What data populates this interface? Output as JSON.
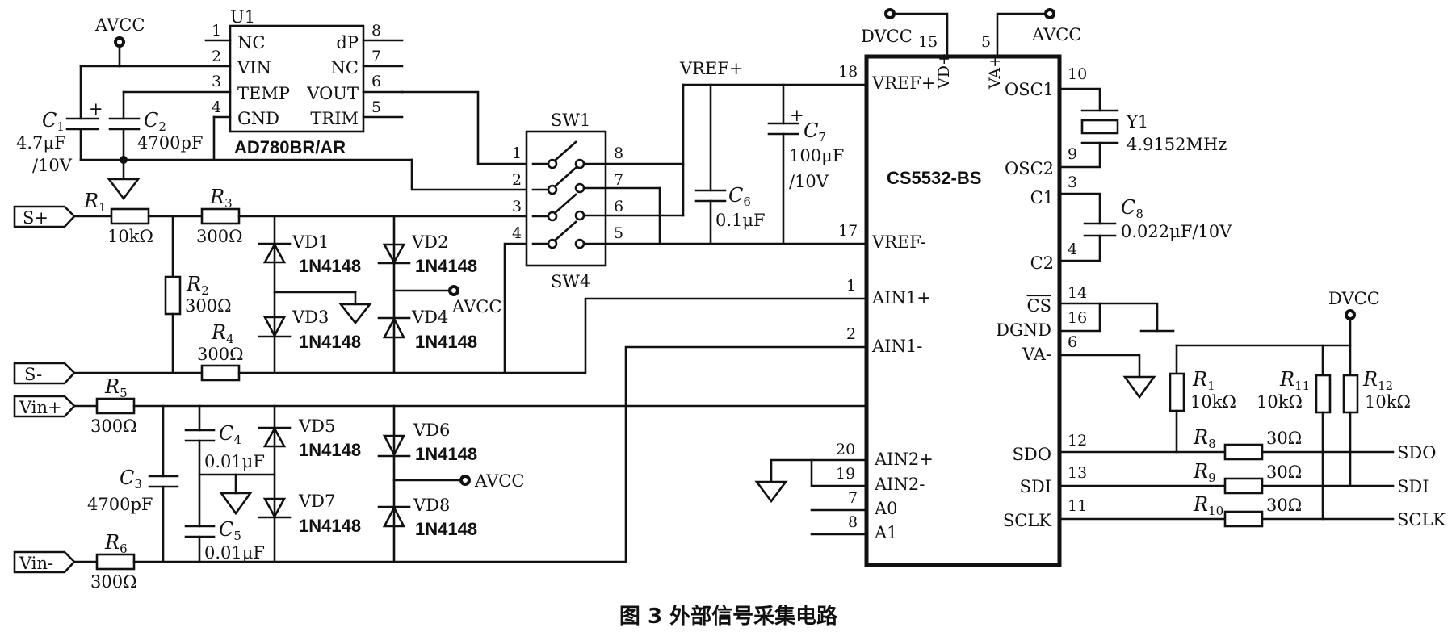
{
  "figure": {
    "caption": "图 3  外部信号采集电路"
  },
  "u1": {
    "ref": "U1",
    "part": "AD780BR/AR",
    "pins_left": [
      {
        "num": "1",
        "name": "NC"
      },
      {
        "num": "2",
        "name": "VIN"
      },
      {
        "num": "3",
        "name": "TEMP"
      },
      {
        "num": "4",
        "name": "GND"
      }
    ],
    "pins_right": [
      {
        "num": "8",
        "name": "dP"
      },
      {
        "num": "7",
        "name": "NC"
      },
      {
        "num": "6",
        "name": "VOUT"
      },
      {
        "num": "5",
        "name": "TRIM"
      }
    ]
  },
  "adc": {
    "part": "CS5532-BS",
    "top_pins": [
      {
        "num": "15",
        "name": "VD+",
        "net": "DVCC"
      },
      {
        "num": "5",
        "name": "VA+",
        "net": "AVCC"
      }
    ],
    "left_pins": [
      {
        "num": "18",
        "name": "VREF+"
      },
      {
        "num": "17",
        "name": "VREF-"
      },
      {
        "num": "1",
        "name": "AIN1+"
      },
      {
        "num": "2",
        "name": "AIN1-"
      },
      {
        "num": "20",
        "name": "AIN2+"
      },
      {
        "num": "19",
        "name": "AIN2-"
      },
      {
        "num": "7",
        "name": "A0"
      },
      {
        "num": "8",
        "name": "A1"
      }
    ],
    "right_pins": [
      {
        "num": "10",
        "name": "OSC1"
      },
      {
        "num": "9",
        "name": "OSC2"
      },
      {
        "num": "3",
        "name": "C1"
      },
      {
        "num": "4",
        "name": "C2"
      },
      {
        "num": "14",
        "name": "CS"
      },
      {
        "num": "16",
        "name": "DGND"
      },
      {
        "num": "6",
        "name": "VA-"
      },
      {
        "num": "12",
        "name": "SDO"
      },
      {
        "num": "13",
        "name": "SDI"
      },
      {
        "num": "11",
        "name": "SCLK"
      }
    ]
  },
  "switch": {
    "ref_top": "SW1",
    "ref_bottom": "SW4",
    "pins_left": [
      "1",
      "2",
      "3",
      "4"
    ],
    "pins_right": [
      "8",
      "7",
      "6",
      "5"
    ]
  },
  "nets": {
    "avcc": "AVCC",
    "dvcc": "DVCC",
    "vref_plus": "VREF+"
  },
  "connectors": {
    "s_plus": "S+",
    "s_minus": "S-",
    "vin_plus": "Vin+",
    "vin_minus": "Vin-",
    "sdo": "SDO",
    "sdi": "SDI",
    "sclk": "SCLK"
  },
  "components": {
    "C1": {
      "ref": "C",
      "sub": "1",
      "value": "4.7μF",
      "value2": "/10V"
    },
    "C2": {
      "ref": "C",
      "sub": "2",
      "value": "4700pF"
    },
    "C3": {
      "ref": "C",
      "sub": "3",
      "value": "4700pF"
    },
    "C4": {
      "ref": "C",
      "sub": "4",
      "value": "0.01μF"
    },
    "C5": {
      "ref": "C",
      "sub": "5",
      "value": "0.01μF"
    },
    "C6": {
      "ref": "C",
      "sub": "6",
      "value": "0.1μF"
    },
    "C7": {
      "ref": "C",
      "sub": "7",
      "value": "100μF",
      "value2": "/10V"
    },
    "C8": {
      "ref": "C",
      "sub": "8",
      "value": "0.022μF/10V"
    },
    "R1": {
      "ref": "R",
      "sub": "1",
      "value": "10kΩ"
    },
    "R2": {
      "ref": "R",
      "sub": "2",
      "value": "300Ω"
    },
    "R3": {
      "ref": "R",
      "sub": "3",
      "value": "300Ω"
    },
    "R4": {
      "ref": "R",
      "sub": "4",
      "value": "300Ω"
    },
    "R5": {
      "ref": "R",
      "sub": "5",
      "value": "300Ω"
    },
    "R6": {
      "ref": "R",
      "sub": "6",
      "value": "300Ω"
    },
    "R1b": {
      "ref": "R",
      "sub": "1",
      "value": "10kΩ"
    },
    "R8": {
      "ref": "R",
      "sub": "8",
      "value": "30Ω"
    },
    "R9": {
      "ref": "R",
      "sub": "9",
      "value": "30Ω"
    },
    "R10": {
      "ref": "R",
      "sub": "10",
      "value": "30Ω"
    },
    "R11": {
      "ref": "R",
      "sub": "11",
      "value": "10kΩ"
    },
    "R12": {
      "ref": "R",
      "sub": "12",
      "value": "10kΩ"
    },
    "Y1": {
      "ref": "Y1",
      "value": "4.9152MHz"
    },
    "diode_part": "1N4148",
    "VD1": "VD1",
    "VD2": "VD2",
    "VD3": "VD3",
    "VD4": "VD4",
    "VD5": "VD5",
    "VD6": "VD6",
    "VD7": "VD7",
    "VD8": "VD8"
  }
}
